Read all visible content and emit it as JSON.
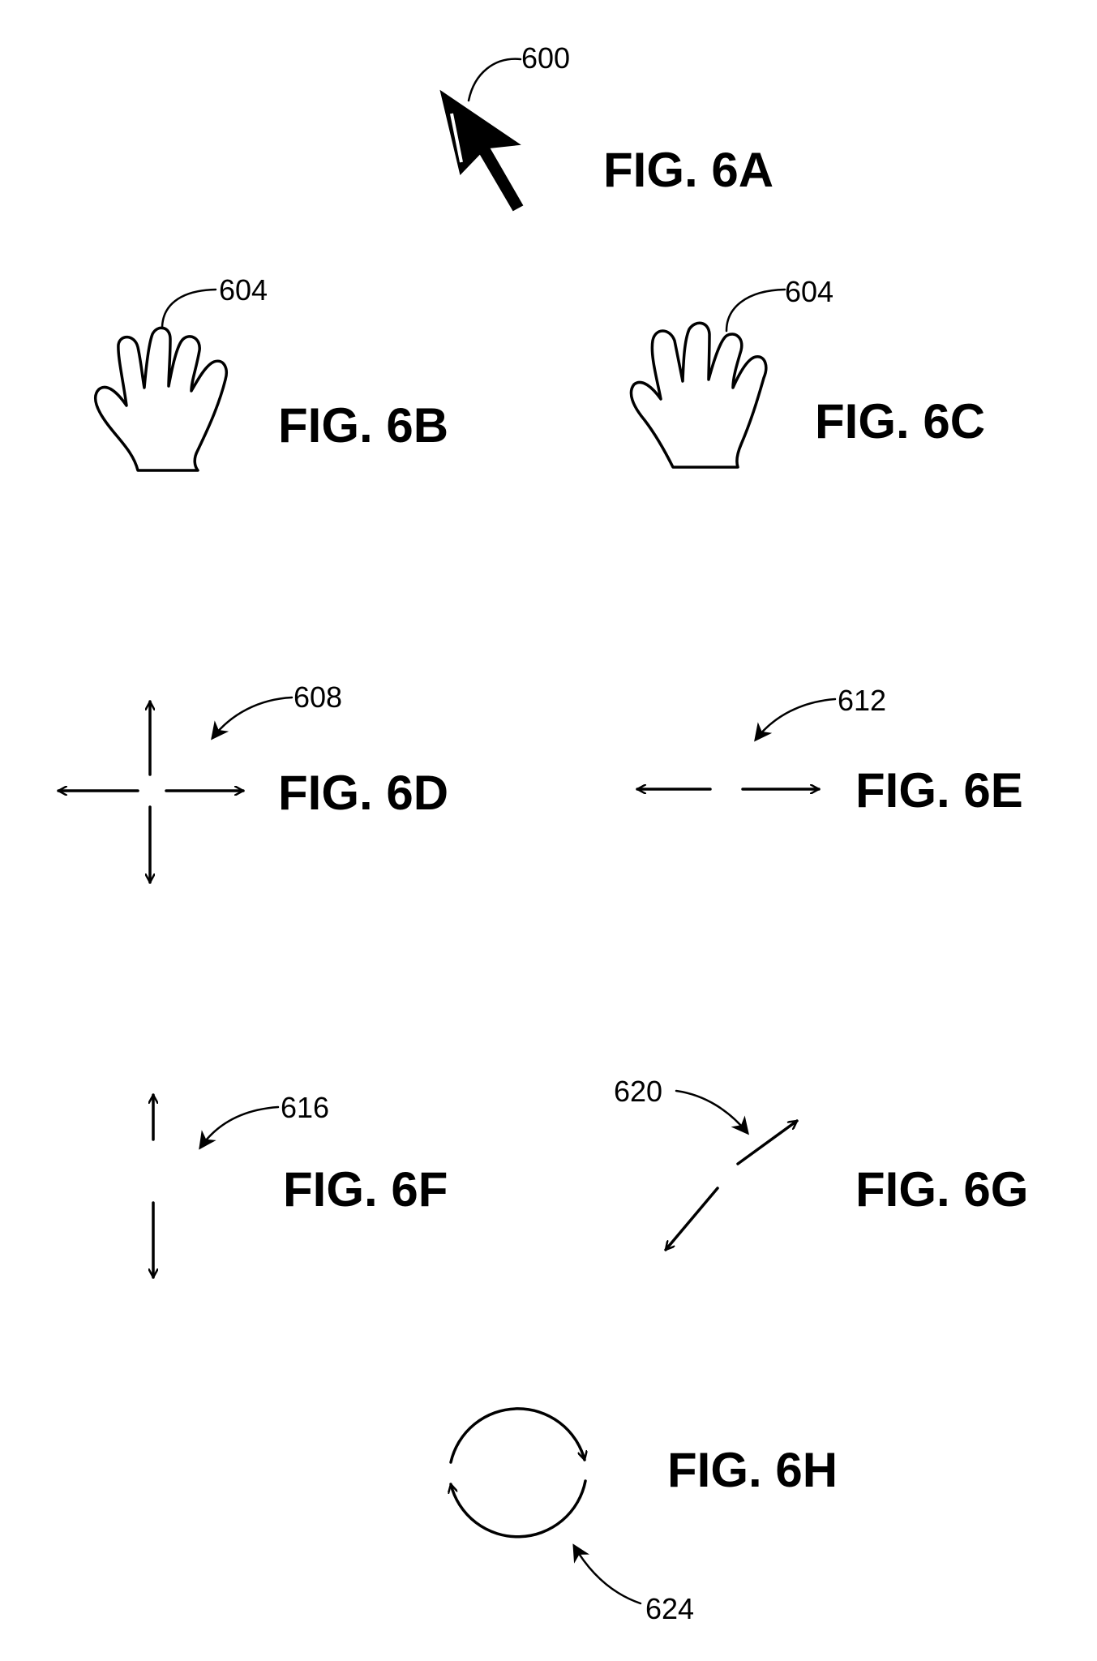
{
  "figures": {
    "fig_6a": {
      "label": "FIG. 6A",
      "ref": "600",
      "icon": "pointer-arrow-icon"
    },
    "fig_6b": {
      "label": "FIG. 6B",
      "ref": "604",
      "icon": "open-hand-icon"
    },
    "fig_6c": {
      "label": "FIG. 6C",
      "ref": "604",
      "icon": "grab-hand-icon"
    },
    "fig_6d": {
      "label": "FIG. 6D",
      "ref": "608",
      "icon": "four-way-move-icon"
    },
    "fig_6e": {
      "label": "FIG. 6E",
      "ref": "612",
      "icon": "horizontal-resize-icon"
    },
    "fig_6f": {
      "label": "FIG. 6F",
      "ref": "616",
      "icon": "vertical-resize-icon"
    },
    "fig_6g": {
      "label": "FIG. 6G",
      "ref": "620",
      "icon": "diagonal-resize-icon"
    },
    "fig_6h": {
      "label": "FIG. 6H",
      "ref": "624",
      "icon": "rotate-icon"
    }
  },
  "colors": {
    "ink": "#000000",
    "background": "#ffffff"
  }
}
